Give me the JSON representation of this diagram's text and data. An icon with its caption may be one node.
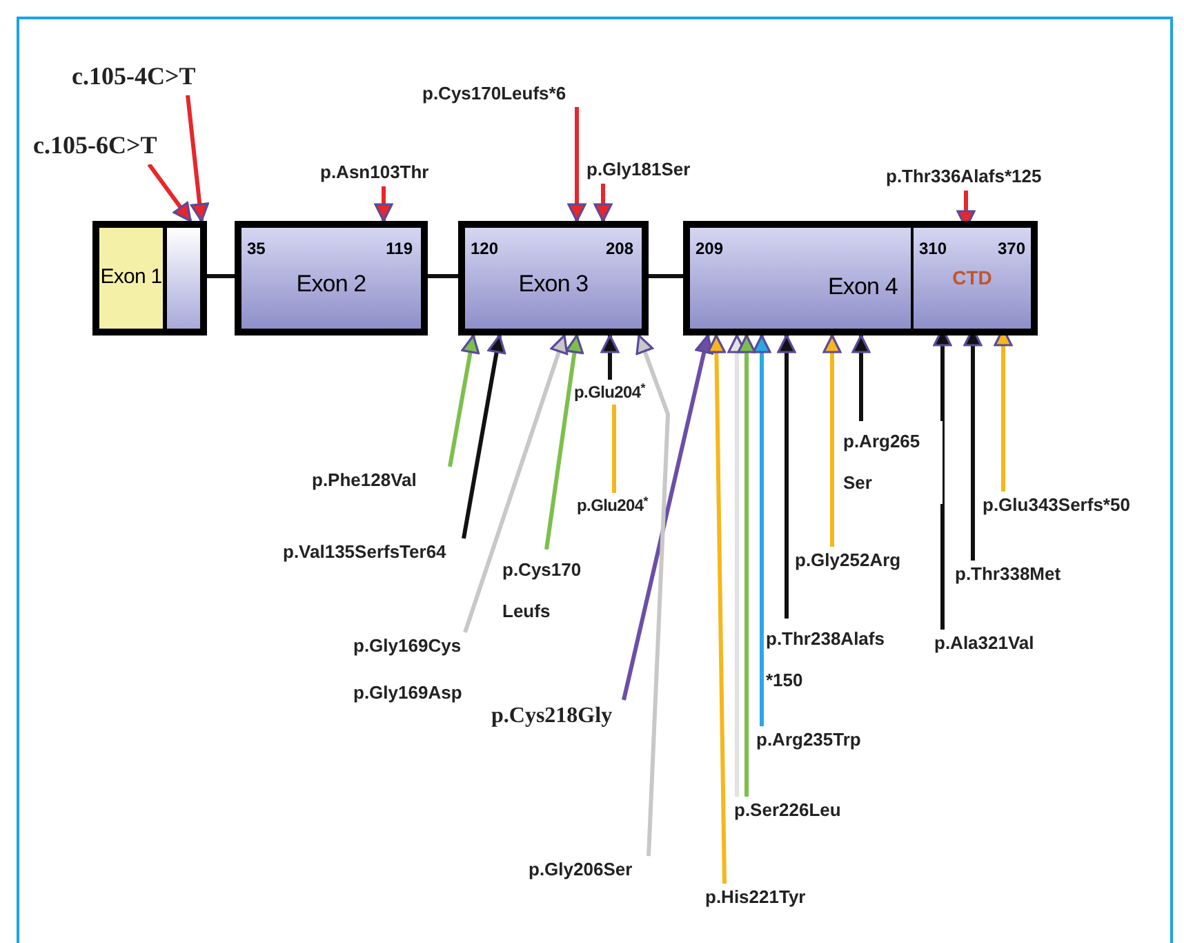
{
  "diagram": {
    "nodes": [
      {
        "text": [
          "Exon 1"
        ]
      },
      {
        "text": [
          "35",
          "119",
          "Exon 2"
        ]
      },
      {
        "text": [
          "120",
          "208",
          "Exon 3"
        ]
      },
      {
        "text": [
          "209",
          "Exon 4"
        ]
      },
      {
        "text": [
          "310",
          "370",
          "CTD"
        ],
        "in": 3
      },
      {
        "text": [
          "c.105-4C>T"
        ]
      },
      {
        "text": [
          "c.105-6C>T"
        ]
      },
      {
        "text": [
          "p.Cys170Leufs*6"
        ]
      },
      {
        "text": [
          "p.Asn103Thr"
        ]
      },
      {
        "text": [
          "p.Gly181Ser"
        ]
      },
      {
        "text": [
          "p.Thr336Alafs*125"
        ]
      },
      {
        "text": [
          "p.Glu204$^{*}$"
        ]
      },
      {
        "text": [
          "p.Phe128Val"
        ]
      },
      {
        "text": [
          "p.Val135SerfsTer64"
        ]
      },
      {
        "text": [
          "p.Glu204$^{*}$"
        ]
      },
      {
        "text": [
          "p.Cys170 Leufs"
        ]
      },
      {
        "text": [
          "p.Gly169Cys",
          "p.Gly169Asp"
        ]
      },
      {
        "text": [
          "p.Cys218Gly"
        ]
      },
      {
        "text": [
          "p.Thr238Alafs *150"
        ]
      },
      {
        "text": [
          "p.Arg235Trp"
        ]
      },
      {
        "text": [
          "p.Ser226Leu"
        ]
      },
      {
        "text": [
          "p.Gly206Ser"
        ]
      },
      {
        "text": [
          "p.His221Tyr"
        ]
      },
      {
        "text": [
          "p.Gly252Arg"
        ]
      },
      {
        "text": [
          "p.Arg265 Ser"
        ]
      },
      {
        "text": [
          "p.Thr338Met"
        ]
      },
      {
        "text": [
          "p.Ala321Val"
        ]
      },
      {
        "text": [
          "p.Glu343Serfs*50"
        ]
      }
    ],
    "edges": [
      {
        "from": 0,
        "to": 1,
        "arrow": "none"
      },
      {
        "from": 1,
        "to": 2,
        "arrow": "none"
      },
      {
        "from": 2,
        "to": 3,
        "arrow": "none"
      },
      {
        "from": 5,
        "to": 0,
        "arrow": "to",
        "color": "#e8262b"
      },
      {
        "from": 6,
        "to": 0,
        "arrow": "to",
        "color": "#e8262b"
      },
      {
        "from": 7,
        "to": 2,
        "arrow": "to",
        "color": "#e8262b"
      },
      {
        "from": 8,
        "to": 1,
        "arrow": "to",
        "color": "#e8262b"
      },
      {
        "from": 9,
        "to": 2,
        "arrow": "to",
        "color": "#e8262b"
      },
      {
        "from": 10,
        "to": 4,
        "arrow": "to",
        "color": "#e8262b"
      },
      {
        "from": 11,
        "to": 2,
        "arrow": "to"
      },
      {
        "from": 12,
        "to": 2,
        "arrow": "to",
        "color": "#7cc04b"
      },
      {
        "from": 13,
        "to": 2,
        "arrow": "to"
      },
      {
        "from": 14,
        "to": 11,
        "arrow": "none",
        "color": "#f6b71c"
      },
      {
        "from": 15,
        "to": 2,
        "arrow": "to",
        "color": "#7cc04b"
      },
      {
        "from": 16,
        "to": 2,
        "arrow": "to",
        "color": "#c8c8c8"
      },
      {
        "from": 17,
        "to": 3,
        "arrow": "to",
        "color": "#6b4fa6"
      },
      {
        "from": 18,
        "to": 3,
        "arrow": "to"
      },
      {
        "from": 19,
        "to": 3,
        "arrow": "to",
        "color": "#29aae1"
      },
      {
        "from": 20,
        "to": 3,
        "arrow": "to",
        "color": "#e2e2e2"
      },
      {
        "from": 20,
        "to": 3,
        "arrow": "to",
        "color": "#7cc04b"
      },
      {
        "from": 21,
        "to": 2,
        "arrow": "to",
        "color": "#c8c8c8"
      },
      {
        "from": 22,
        "to": 3,
        "arrow": "to",
        "color": "#f6b71c"
      },
      {
        "from": 23,
        "to": 3,
        "arrow": "to",
        "color": "#f6b71c"
      },
      {
        "from": 24,
        "to": 3,
        "arrow": "to"
      },
      {
        "from": 25,
        "to": 4,
        "arrow": "to"
      },
      {
        "from": 26,
        "to": 4,
        "arrow": "to"
      },
      {
        "from": 27,
        "to": 4,
        "arrow": "to",
        "color": "#f6b71c"
      }
    ]
  }
}
